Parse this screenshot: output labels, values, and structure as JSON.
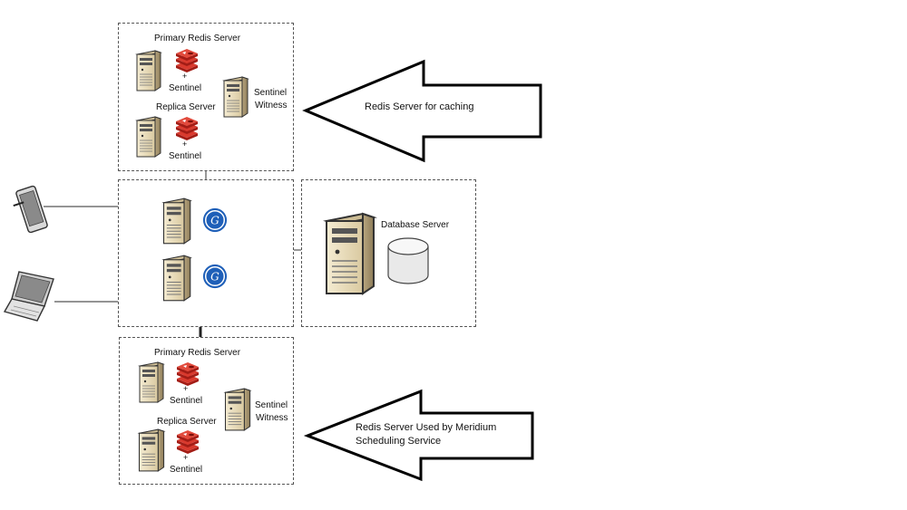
{
  "cache_cluster": {
    "primary_label": "Primary Redis Server",
    "replica_label": "Replica Server",
    "sentinel_plus": "+",
    "sentinel_label": "Sentinel",
    "witness_label_1": "Sentinel",
    "witness_label_2": "Witness"
  },
  "scheduling_cluster": {
    "primary_label": "Primary Redis Server",
    "replica_label": "Replica Server",
    "sentinel_plus": "+",
    "sentinel_label": "Sentinel",
    "witness_label_1": "Sentinel",
    "witness_label_2": "Witness"
  },
  "database": {
    "label": "Database Server"
  },
  "callouts": {
    "caching": "Redis Server for caching",
    "scheduling_line1": "Redis Server Used by Meridium",
    "scheduling_line2": "Scheduling Service"
  },
  "colors": {
    "server_body": "#efe3c4",
    "server_dark": "#4a4a4a",
    "redis_red": "#c8281f",
    "ge_blue": "#1a5fb4",
    "dash": "#555555"
  },
  "icons": {
    "server": "server-icon",
    "redis": "redis-logo-icon",
    "ge": "ge-logo-icon",
    "tablet": "tablet-icon",
    "laptop": "laptop-icon",
    "database": "database-cylinder-icon"
  }
}
